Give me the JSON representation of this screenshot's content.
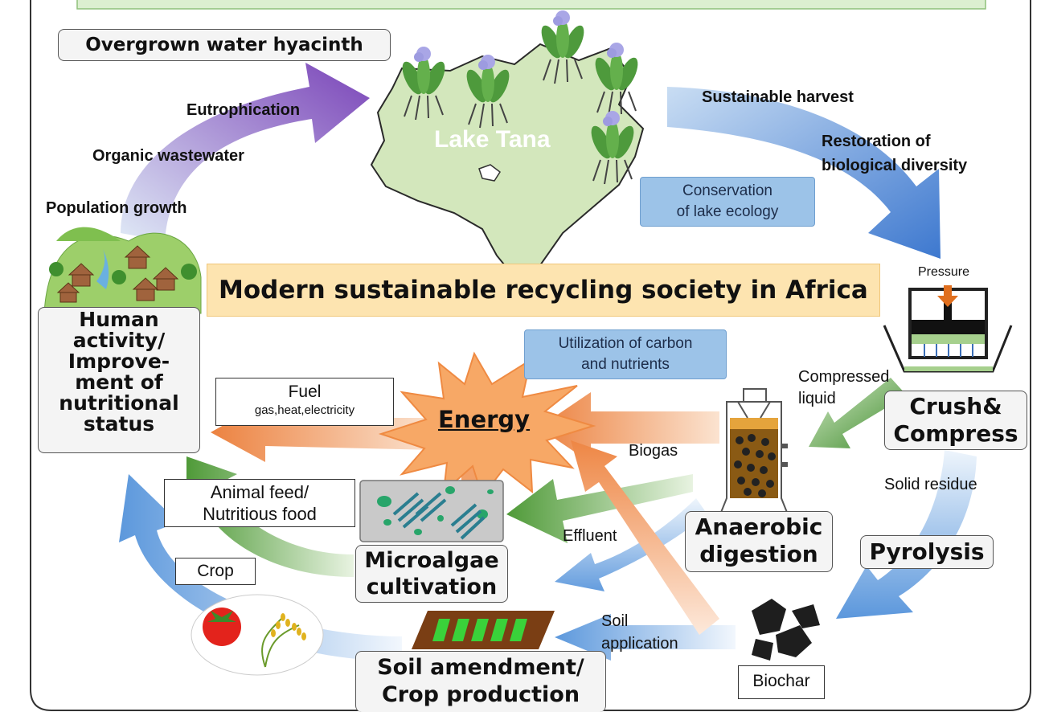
{
  "colors": {
    "lake_fill": "#d3e7bc",
    "banner_fill": "#fde4b0",
    "energy_fill": "#f6a865",
    "blue_arrow": "#6aa3e3",
    "green_arrow": "#5ea34a",
    "orange_arrow": "#ef8f50",
    "purple_arrow": "#8a58c0"
  },
  "header": {
    "top_banner_text": ""
  },
  "lake": {
    "label": "Lake Tana"
  },
  "labels": {
    "overgrown": "Overgrown water hyacinth",
    "eutrophication": "Eutrophication",
    "organic_wastewater": "Organic wastewater",
    "population_growth": "Population growth",
    "sustainable_harvest": "Sustainable harvest",
    "restoration_line1": "Restoration of",
    "restoration_line2": "biological diversity",
    "conservation_line1": "Conservation",
    "conservation_line2": "of lake ecology",
    "central_banner": "Modern sustainable recycling society in Africa",
    "pressure": "Pressure",
    "utilization_line1": "Utilization of carbon",
    "utilization_line2": "and nutrients",
    "compressed_line1": "Compressed",
    "compressed_line2": "liquid",
    "energy": "Energy",
    "fuel": "Fuel",
    "fuel_sub": "gas,heat,electricity",
    "biogas": "Biogas",
    "solid_residue": "Solid residue",
    "animal_feed_line1": "Animal feed/",
    "animal_feed_line2": "Nutritious food",
    "effluent": "Effluent",
    "crop": "Crop",
    "soil_app_line1": "Soil",
    "soil_app_line2": "application",
    "biochar": "Biochar"
  },
  "nodes": {
    "human_line1": "Human",
    "human_line2": "activity/",
    "human_line3": "Improve-",
    "human_line4": "ment of",
    "human_line5": "nutritional",
    "human_line6": "status",
    "crush_line1": "Crush&",
    "crush_line2": "Compress",
    "anaerobic_line1": "Anaerobic",
    "anaerobic_line2": "digestion",
    "pyrolysis": "Pyrolysis",
    "microalgae_line1": "Microalgae",
    "microalgae_line2": "cultivation",
    "soil_line1": "Soil amendment/",
    "soil_line2": "Crop production"
  },
  "icons": [
    "water-hyacinth-icon",
    "village-icon",
    "press-icon",
    "digester-icon",
    "microalgae-icon",
    "crop-field-icon",
    "tomato-rice-icon",
    "biochar-icon"
  ]
}
